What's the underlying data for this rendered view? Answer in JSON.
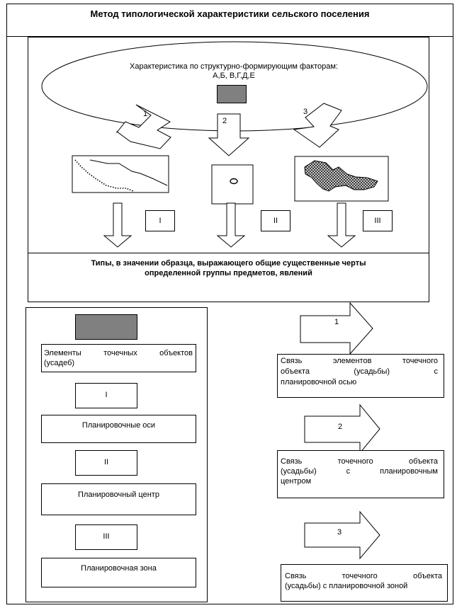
{
  "title": "Метод типологической характеристики сельского поселения",
  "ellipse_text": {
    "line1": "Характеристика по структурно-формирующим факторам:",
    "line2": "А,Б, В,Г,Д,Е"
  },
  "arrows_top": {
    "a1": "1",
    "a2": "2",
    "a3": "3"
  },
  "roman": {
    "r1": "I",
    "r2": "II",
    "r3": "III"
  },
  "types_box": {
    "line1": "Типы,  в значении образца, выражающего общие существенные черты",
    "line2": "определенной группы предметов, явлений"
  },
  "left_panel": {
    "elements": {
      "line1": "Элементы    точечных     объектов",
      "line2": "(усадеб)"
    },
    "label_I": "I",
    "axes": "Планировочные оси",
    "label_II": "II",
    "center": "Планировочный центр",
    "label_III": "III",
    "zone": "Планировочная зона"
  },
  "right_panel": {
    "arrow1": "1",
    "rel1": {
      "line1": "Связь     элементов     точечного",
      "line2": "объекта          (усадьбы)          с",
      "line3": "планировочной осью"
    },
    "arrow2": "2",
    "rel2": {
      "line1": "Связь       точечного       объекта",
      "line2": "(усадьбы)    с    планировочным",
      "line3": "центром"
    },
    "arrow3": "3",
    "rel3": {
      "line1": "Связь       точечного       объекта",
      "line2": "(усадьбы) с планировочной  зоной"
    }
  },
  "colors": {
    "grey_fill": "#808080",
    "hatch_fill": "#2a2a2a"
  }
}
